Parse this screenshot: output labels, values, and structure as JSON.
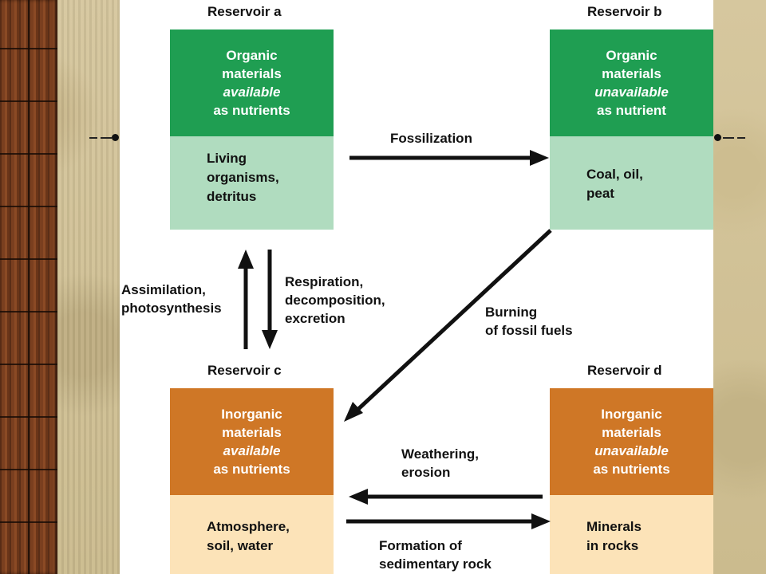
{
  "reservoirs": {
    "a": {
      "title": "Reservoir a",
      "top": [
        "Organic",
        "materials",
        "available",
        "as nutrients"
      ],
      "bottom": [
        "Living",
        "organisms,",
        "detritus"
      ]
    },
    "b": {
      "title": "Reservoir b",
      "top": [
        "Organic",
        "materials",
        "unavailable",
        "as nutrient"
      ],
      "bottom": [
        "Coal, oil,",
        "peat"
      ]
    },
    "c": {
      "title": "Reservoir c",
      "top": [
        "Inorganic",
        "materials",
        "available",
        "as nutrients"
      ],
      "bottom": [
        "Atmosphere,",
        "soil, water"
      ]
    },
    "d": {
      "title": "Reservoir d",
      "top": [
        "Inorganic",
        "materials",
        "unavailable",
        "as nutrients"
      ],
      "bottom": [
        "Minerals",
        "in rocks"
      ]
    }
  },
  "processes": {
    "fossilization": "Fossilization",
    "assimilation": [
      "Assimilation,",
      "photosynthesis"
    ],
    "respiration": [
      "Respiration,",
      "decomposition,",
      "excretion"
    ],
    "burning": [
      "Burning",
      "of fossil fuels"
    ],
    "weathering": [
      "Weathering,",
      "erosion"
    ],
    "formation": [
      "Formation of",
      "sedimentary rock"
    ]
  },
  "colors": {
    "organic_top": "#1f9e52",
    "organic_bottom": "#b0dcbf",
    "inorganic_top": "#cf7726",
    "inorganic_bottom": "#fce3b8"
  }
}
